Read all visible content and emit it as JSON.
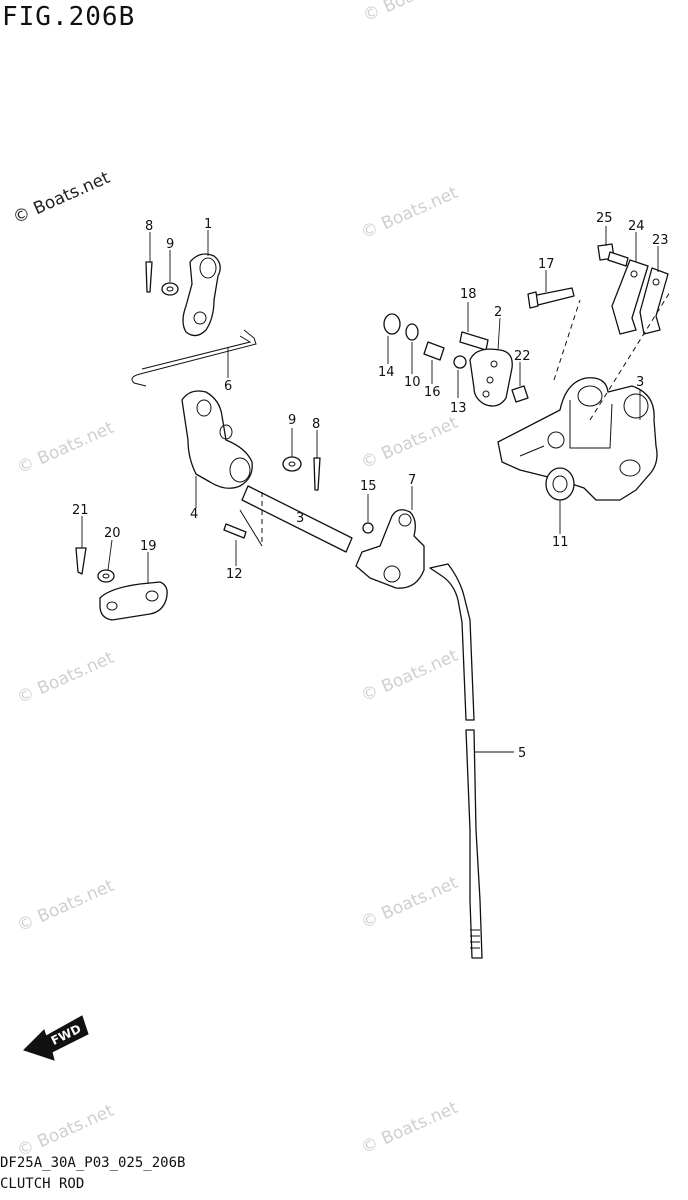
{
  "figure_title": "FIG.206B",
  "copyright": "© Boats.net",
  "watermark_text": "© Boats.net",
  "fwd_label": "FWD",
  "footer": {
    "code": "DF25A_30A_P03_025_206B",
    "name": "CLUTCH ROD"
  },
  "callouts": {
    "c1": "1",
    "c2": "2",
    "c3a": "3",
    "c3b": "3",
    "c4": "4",
    "c5": "5",
    "c6": "6",
    "c7": "7",
    "c8a": "8",
    "c8b": "8",
    "c9a": "9",
    "c9b": "9",
    "c10": "10",
    "c11": "11",
    "c12": "12",
    "c13": "13",
    "c14": "14",
    "c15": "15",
    "c16": "16",
    "c17": "17",
    "c18": "18",
    "c19": "19",
    "c20": "20",
    "c21": "21",
    "c22": "22",
    "c23": "23",
    "c24": "24",
    "c25": "25"
  }
}
